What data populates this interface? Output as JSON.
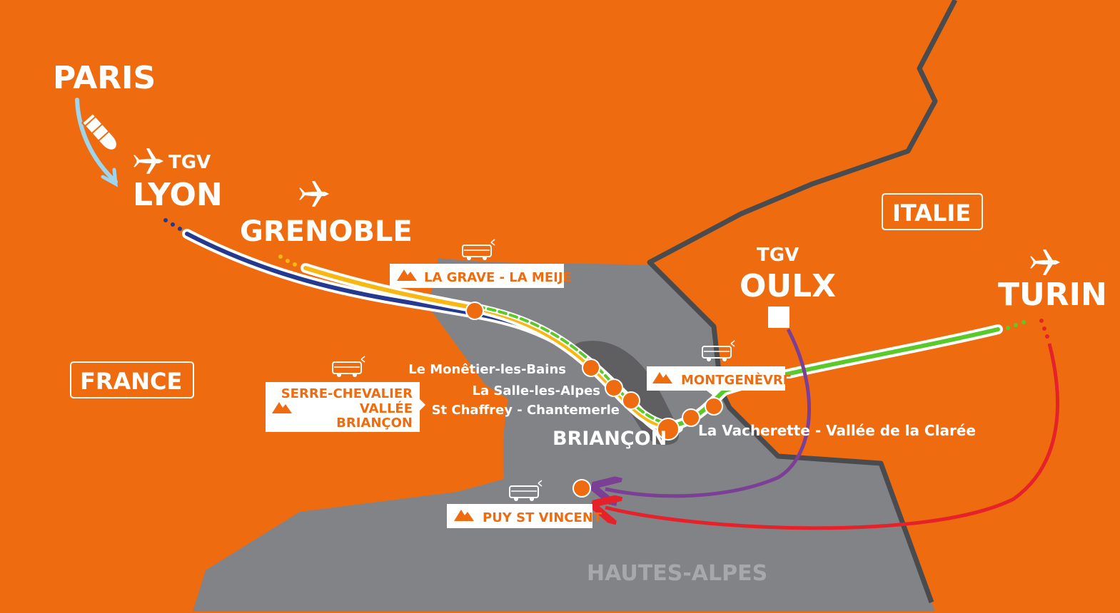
{
  "colors": {
    "background": "#ee6c0f",
    "terrain": "#828387",
    "border": "#4a4b4e",
    "line_blue": "#233a8f",
    "line_yellow": "#f7b813",
    "line_green": "#5bc92a",
    "line_purple": "#7b3f96",
    "line_red": "#e5222a",
    "paris_arrow": "#9fd4ef"
  },
  "icons": [
    "plane-icon",
    "bus-icon",
    "mountain-icon",
    "train-icon",
    "station-square-icon"
  ],
  "cities": {
    "paris": "PARIS",
    "lyon": "LYON",
    "lyon_tgv": "TGV",
    "grenoble": "GRENOBLE",
    "oulx": "OULX",
    "oulx_tgv": "TGV",
    "turin": "TURIN",
    "briancon": "BRIANÇON"
  },
  "countries": {
    "france": "FRANCE",
    "italie": "ITALIE"
  },
  "region": "HAUTES-ALPES",
  "resorts": {
    "la_grave": "LA GRAVE - LA MEIJE",
    "serre_chevalier": [
      "SERRE-CHEVALIER",
      "VALLÉE",
      "BRIANÇON"
    ],
    "montgenevre": "MONTGENÈVRE",
    "puy_st_vincent": "PUY ST VINCENT"
  },
  "towns": {
    "monetier": "Le Monêtier-les-Bains",
    "salle": "La Salle-les-Alpes",
    "chaffrey": "St Chaffrey - Chantemerle",
    "vacherette": "La Vacherette - Vallée de la Clarée"
  }
}
